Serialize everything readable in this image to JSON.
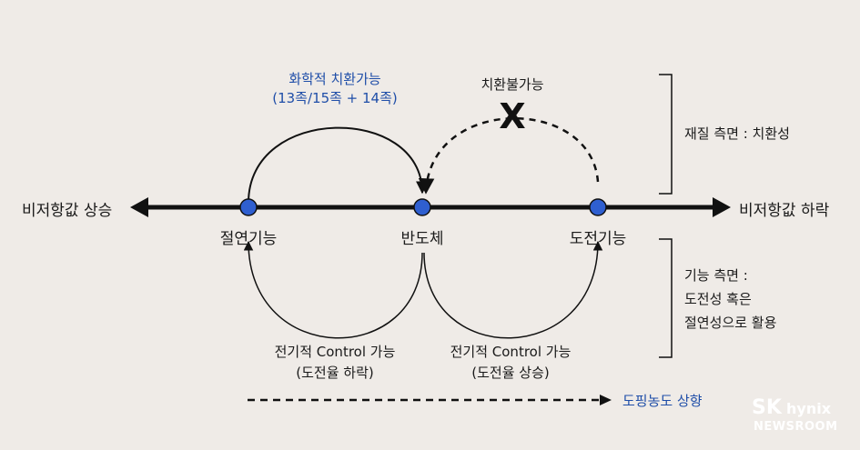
{
  "diagram": {
    "axis_left": "비저항값 상승",
    "axis_right": "비저항값 하락",
    "nodes": {
      "insulator": "절연기능",
      "semiconductor": "반도체",
      "conductor": "도전기능"
    },
    "chem_sub": {
      "line1": "화학적 치환가능",
      "line2": "(13족/15족 + 14족)"
    },
    "not_sub": {
      "label": "치환불가능",
      "mark": "X"
    },
    "elec_left": {
      "line1": "전기적 Control 가능",
      "line2": "(도전율 하락)"
    },
    "elec_right": {
      "line1": "전기적 Control 가능",
      "line2": "(도전율 상승)"
    },
    "side_material": "재질 측면 : 치환성",
    "side_function": {
      "line1": "기능 측면 :",
      "line2": "도전성 혹은",
      "line3": "절연성으로 활용"
    },
    "legend": "도핑농도 상향"
  },
  "logo": {
    "brand": "SK",
    "name": "hynix",
    "sub": "NEWSROOM"
  },
  "colors": {
    "background": "#efebe7",
    "node_fill": "#2f5fd0",
    "accent_text": "#1f4ea8",
    "line": "#111111"
  }
}
